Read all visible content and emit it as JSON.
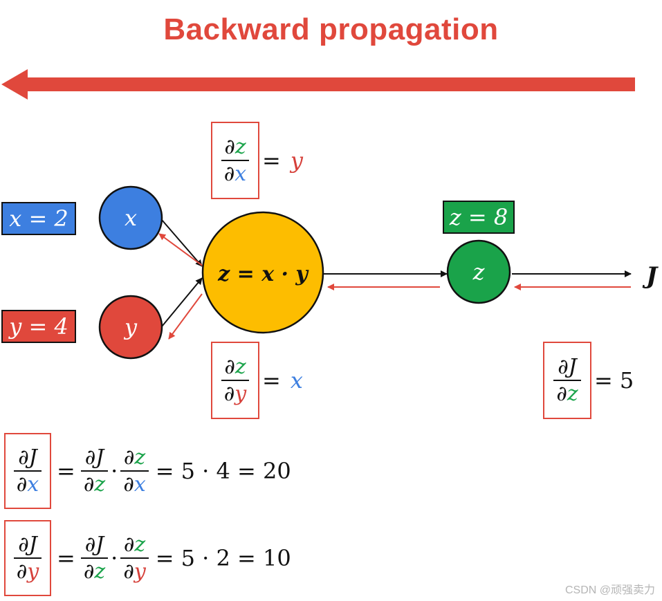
{
  "title": "Backward propagation",
  "values": {
    "x_box": "x = 2",
    "y_box": "y = 4",
    "z_box": "z = 8"
  },
  "nodes": {
    "x": "x",
    "y": "y",
    "op": "z = x · y",
    "z": "z",
    "output": "J"
  },
  "local_gradients": {
    "dz_dx": {
      "num_d": "∂",
      "num_v": "z",
      "den_d": "∂",
      "den_v": "x",
      "rhs": "y"
    },
    "dz_dy": {
      "num_d": "∂",
      "num_v": "z",
      "den_d": "∂",
      "den_v": "y",
      "rhs": "x"
    },
    "dJ_dz": {
      "num_d": "∂",
      "num_v": "J",
      "den_d": "∂",
      "den_v": "z",
      "rhs": "5"
    }
  },
  "chain_rule": [
    {
      "lhs_den": "x",
      "t1_num": "J",
      "t1_den": "z",
      "t2_num": "z",
      "t2_den": "x",
      "result": "5 · 4 = 20"
    },
    {
      "lhs_den": "y",
      "t1_num": "J",
      "t1_den": "z",
      "t2_num": "z",
      "t2_den": "y",
      "result": "5 · 2 = 10"
    }
  ],
  "symbols": {
    "partial": "∂",
    "equals": "=",
    "dot": "·"
  },
  "watermark": "CSDN @顽强卖力",
  "colors": {
    "title": "#e0483c",
    "arrow_red": "#e0483c",
    "x_node": "#3d7fe0",
    "y_node": "#e0483c",
    "op_node": "#fdbd00",
    "z_node": "#1aa34a",
    "x_box": "#3d7fe0",
    "y_box": "#e0483c",
    "z_box": "#1aa34a"
  }
}
